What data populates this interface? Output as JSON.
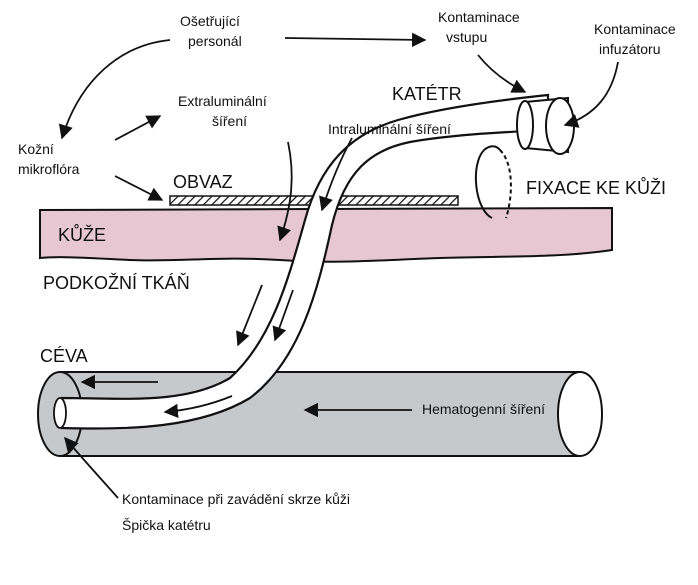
{
  "labels": {
    "osetrujici_1": "Ošetřující",
    "osetrujici_2": "personál",
    "kontaminace_vstupu_1": "Kontaminace",
    "kontaminace_vstupu_2": "vstupu",
    "kontaminace_infuzatoru_1": "Kontaminace",
    "kontaminace_infuzatoru_2": "infuzátoru",
    "extraluminalni_1": "Extraluminální",
    "extraluminalni_2": "šíření",
    "katetr": "KATÉTR",
    "intraluminalni": "Intraluminální šíření",
    "kozni_1": "Kožní",
    "kozni_2": "mikroflóra",
    "obvaz": "OBVAZ",
    "fixace": "FIXACE KE KŮŽI",
    "kuze": "KŮŽE",
    "podkozni": "PODKOŽNÍ TKÁŇ",
    "ceva": "CÉVA",
    "hematogenni": "Hematogenní šíření",
    "kontaminace_pri_zavadeni": "Kontaminace při zavádění skrze kůži",
    "spicka_katetru": "Špička katétru"
  },
  "colors": {
    "skin": "#e6c7d2",
    "vessel": "#c5c9cc",
    "stroke": "#111111",
    "background": "#ffffff"
  }
}
